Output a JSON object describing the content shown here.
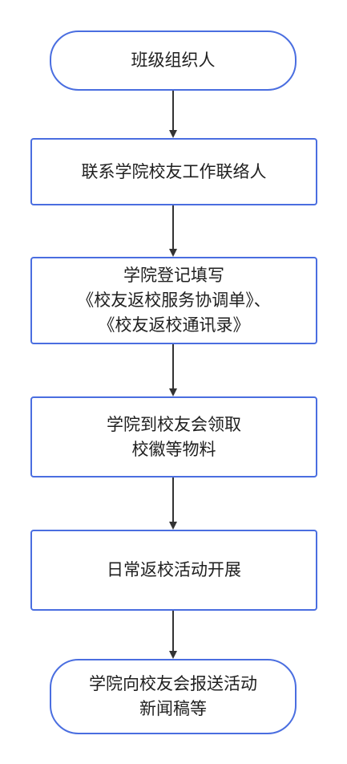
{
  "flowchart": {
    "accent_color": "#4a6ee0",
    "arrow_color": "#333333",
    "nodes": [
      {
        "id": "n1",
        "shape": "terminal",
        "text": "班级组织人"
      },
      {
        "id": "n2",
        "shape": "process",
        "text": "联系学院校友工作联络人"
      },
      {
        "id": "n3",
        "shape": "process",
        "text": "学院登记填写\n《校友返校服务协调单》、\n《校友返校通讯录》"
      },
      {
        "id": "n4",
        "shape": "process",
        "text": "学院到校友会领取\n校徽等物料"
      },
      {
        "id": "n5",
        "shape": "process",
        "text": "日常返校活动开展"
      },
      {
        "id": "n6",
        "shape": "terminal",
        "text": "学院向校友会报送活动\n新闻稿等"
      }
    ],
    "edges": [
      {
        "from": "n1",
        "to": "n2"
      },
      {
        "from": "n2",
        "to": "n3"
      },
      {
        "from": "n3",
        "to": "n4"
      },
      {
        "from": "n4",
        "to": "n5"
      },
      {
        "from": "n5",
        "to": "n6"
      }
    ]
  }
}
